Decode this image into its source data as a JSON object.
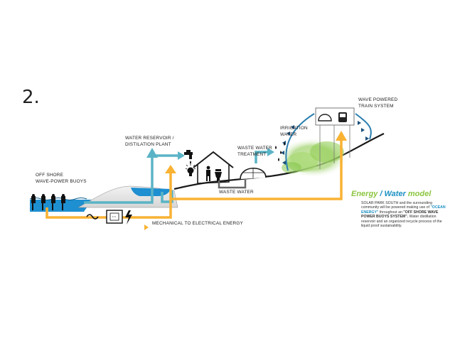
{
  "step_number": "2.",
  "labels": {
    "offshore": [
      "OFF SHORE",
      "WAVE-POWER BUOYS"
    ],
    "reservoir": [
      "WATER RESERVOIR /",
      "DISTILATION PLANT"
    ],
    "waste_treatment": [
      "WASTE WATER",
      "TREATMENT"
    ],
    "waste_water": "WASTE WATER",
    "irrigation": [
      "IRRIGATION",
      "WATER"
    ],
    "train": [
      "WAVE POWERED",
      "TRAIN SYSTEM"
    ],
    "mechanical": "MECHANICAL TO ELECTRICAL ENERGY"
  },
  "model": {
    "energy": "Energy",
    "slash": " / ",
    "water": "Water",
    "model_word": " model",
    "desc_1": "SOLAR PARK SOUTH and the surrounding community will be powered making use of ",
    "desc_hl": "\"OCEAN ENERGY\"",
    "desc_2": " throughout an ",
    "desc_bold": "\"OFF SHORE WAVE POWER BUOYS SYSTEM\".",
    "desc_3": "Water distillation reservoir and an organized recycle process of the liquid proof sustainability."
  },
  "colors": {
    "energy_line": "#f9b233",
    "water_line": "#5ab4c6",
    "waste_line": "#666666",
    "sea": "#1e8fd0",
    "ground": "#1a1a1a",
    "greenery": "#7dc242",
    "arrow_blue": "#2a6fb0"
  }
}
